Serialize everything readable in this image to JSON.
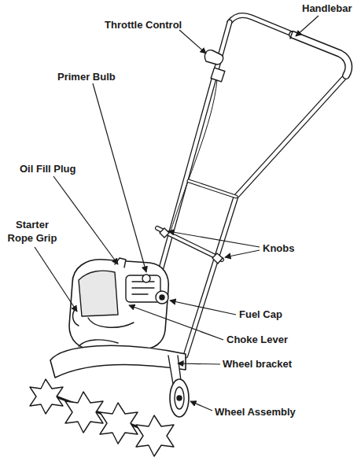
{
  "diagram": {
    "labels": [
      "Throttle Control",
      "Handlebar",
      "Primer Bulb",
      "Oil Fill Plug",
      "Starter Rope Grip",
      "Knobs",
      "Fuel Cap",
      "Choke Lever",
      "Wheel bracket",
      "Wheel Assembly"
    ]
  }
}
